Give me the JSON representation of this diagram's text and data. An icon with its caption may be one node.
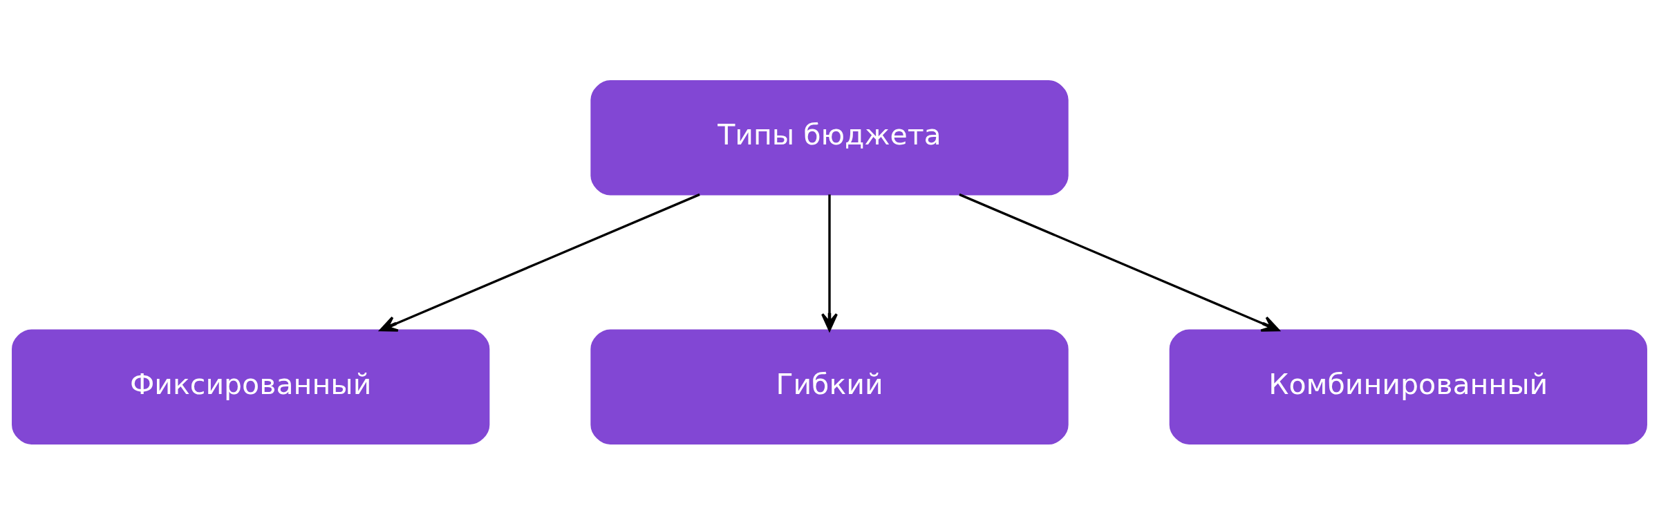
{
  "diagram": {
    "nodes": [
      {
        "text": [
          "Типы бюджета"
        ]
      },
      {
        "text": [
          "Фиксированный"
        ]
      },
      {
        "text": [
          "Гибкий"
        ]
      },
      {
        "text": [
          "Комбинированный"
        ]
      }
    ],
    "edges": [
      {
        "from": 0,
        "to": 1,
        "arrow": "to"
      },
      {
        "from": 0,
        "to": 2,
        "arrow": "to"
      },
      {
        "from": 0,
        "to": 3,
        "arrow": "to"
      }
    ]
  }
}
